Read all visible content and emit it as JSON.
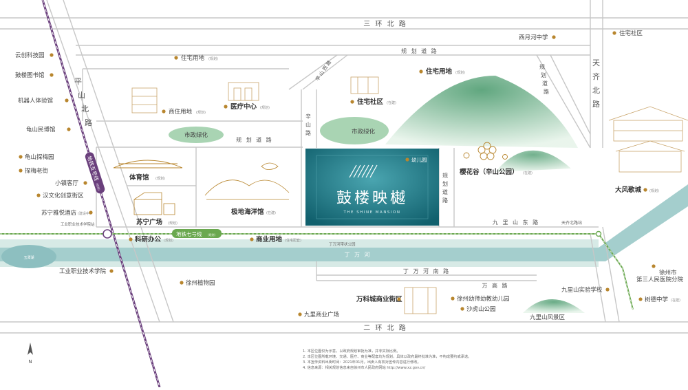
{
  "roads": {
    "san_huan_bei": "三 环 北 路",
    "er_huan_bei": "二 环 北 路",
    "ping_shan_bei": "平山北路",
    "tian_qi_bei": "天齐北路",
    "gui_hua_top": "规 划 道 路",
    "gui_hua_right": "规划道路",
    "gui_hua_mid": "规 划 道 路",
    "gui_hua_yinghua": "规划道路",
    "xin_shan": "辛山路",
    "xin_shan_xi": "辛山西路",
    "jiulishan_dong": "九 里 山 东 路",
    "dingwan_nan": "丁 万 河 南 路",
    "wan_gao": "万 高 路"
  },
  "metro": {
    "line5": "地铁五号线",
    "line5_tag": "(规划)",
    "line7": "地铁七号线",
    "line7_tag": "(规划)",
    "station_left": "工业职业技术学院站",
    "station_right": "天齐北路站"
  },
  "water": {
    "river": "丁 万 河",
    "lake": "玉潭湖",
    "park": "丁万河带状公园"
  },
  "project": {
    "name": "鼓楼映樾",
    "name_en": "THE SHINE MANSION",
    "kindergarten": "幼儿园"
  },
  "blocks": {
    "residential_top": "住宅用地",
    "residential_top_tag": "(规划)",
    "commercial_res": "商住用地",
    "commercial_res_tag": "(规划)",
    "medical": "医疗中心",
    "medical_tag": "(规划)",
    "community": "住宅社区",
    "community_tag": "(在建)",
    "residential_right": "住宅用地",
    "residential_right_tag": "(规划)",
    "green1": "市政绿化",
    "green2": "市政绿化",
    "gym": "体育馆",
    "gym_tag": "(规划)",
    "aquarium": "极地海洋馆",
    "aquarium_tag": "(在建)",
    "suning": "苏宁广场",
    "suning_tag": "(规划)",
    "research": "科研办公",
    "research_tag": "(规划)",
    "commercial": "商业用地",
    "commercial_tag": "(住宅配套)",
    "yinghua": "樱花谷（辛山公园）",
    "yinghua_tag": "(在建)",
    "dafeng": "大风歌城",
    "dafeng_tag": "(规划)"
  },
  "left_pois": [
    "云创科技园",
    "鼓楼图书馆",
    "机器人体验馆",
    "龟山民博馆",
    "龟山探梅园",
    "探梅老街",
    "小镇客厅",
    "汉文化创意街区",
    "苏宁雅悦酒店"
  ],
  "left_tags": {
    "suning_hotel": "(建设中)"
  },
  "top_right": {
    "ximahe": "西月河中学",
    "residential": "住宅社区"
  },
  "bottom_pois": {
    "college": "工业职业技术学院",
    "botanical": "徐州植物园",
    "jiulishan_commercial": "九里商业广场",
    "wanke": "万科城商业街区",
    "kindergarten": "徐州幼师幼教幼儿园",
    "shahu": "沙虎山公园",
    "jiulishan_scenic": "九里山风景区",
    "jiulishan_school": "九里山实验学校",
    "hospital": "徐州市第三人民医院分院",
    "hospital_line1": "徐州市",
    "hospital_line2": "第三人民医院分院",
    "shude": "树德中学",
    "shude_tag": "(在建)"
  },
  "compass": "N",
  "footnotes": [
    "1. 本区位图仅为示意，以政府规划审批为准，并非实际比例。",
    "2. 本区位图所载环境、交通、医疗、商业等配套均为规划，具体以政府最终批准为准，不构成要约或承诺。",
    "3. 本宣传资料出街时间：2021年01月，出卖人有权对宣传内容进行修改。",
    "4. 信息来源：相关规划信息来自徐州市人民政府网站 http://www.xz.gov.cn/"
  ],
  "colors": {
    "project_teal": "#1f7f8c",
    "river": "#8fc4c4",
    "green": "#9fcfa9",
    "road": "#cfcfcf",
    "metro5": "#6a3f7c",
    "metro7": "#6aa84f",
    "poi_dot": "#b8862e"
  }
}
